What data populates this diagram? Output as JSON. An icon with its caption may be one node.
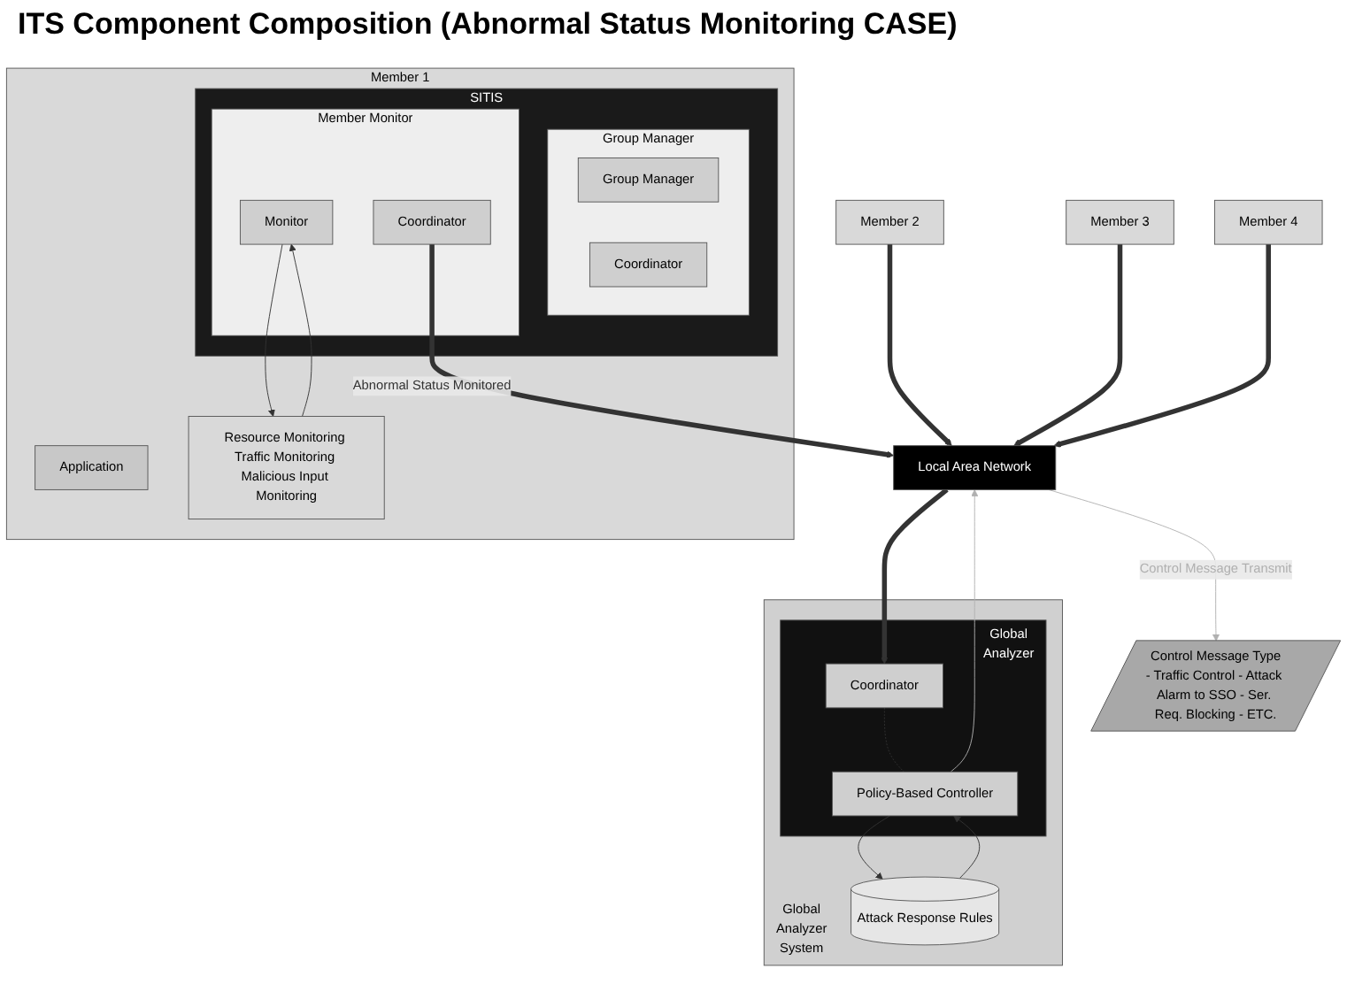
{
  "diagram": {
    "title": "ITS Component Composition (Abnormal Status Monitoring CASE)",
    "nodes": [
      {
        "text": [
          "Member 1"
        ]
      },
      {
        "text": [
          "Application"
        ],
        "in": 0
      },
      {
        "text": [
          "SITIS"
        ],
        "in": 0
      },
      {
        "text": [
          "Group Manager"
        ],
        "in": 2
      },
      {
        "text": [
          "Group Manager"
        ],
        "in": 3
      },
      {
        "text": [
          "Coordinator"
        ],
        "in": 3
      },
      {
        "text": [
          "Member Monitor"
        ],
        "in": 2
      },
      {
        "text": [
          "Monitor"
        ],
        "in": 6
      },
      {
        "text": [
          "Coordinator"
        ],
        "in": 6
      },
      {
        "text": [
          "Resource Monitoring Traffic Monitoring Malicious Input Monitoring"
        ],
        "in": 0
      },
      {
        "text": [
          "Member 2"
        ]
      },
      {
        "text": [
          "Member 3"
        ]
      },
      {
        "text": [
          "Member 4"
        ]
      },
      {
        "text": [
          "Local Area Network"
        ]
      },
      {
        "text": [
          "Global Analyzer System"
        ]
      },
      {
        "text": [
          "Attack Response Rules"
        ],
        "in": 14
      },
      {
        "text": [
          "Global Analyzer"
        ],
        "in": 14
      },
      {
        "text": [
          "Coordinator"
        ],
        "in": 16
      },
      {
        "text": [
          "Policy-Based Controller"
        ],
        "in": 16
      },
      {
        "text": [
          "Control Message Type",
          "- Traffic Control - Attack Alarm to SSO - Ser. Req. Blocking - ETC."
        ]
      }
    ],
    "edges": [
      {
        "from": 7,
        "to": 9,
        "arrow": "to"
      },
      {
        "from": 9,
        "to": 7,
        "arrow": "to"
      },
      {
        "from": 8,
        "to": 13,
        "arrow": "to",
        "label": "Abnormal Status Monitored",
        "style": "thick"
      },
      {
        "from": 10,
        "to": 13,
        "arrow": "to",
        "style": "thick"
      },
      {
        "from": 11,
        "to": 13,
        "arrow": "to",
        "style": "thick"
      },
      {
        "from": 12,
        "to": 13,
        "arrow": "to",
        "style": "thick"
      },
      {
        "from": 13,
        "to": 17,
        "arrow": "to",
        "style": "thick"
      },
      {
        "from": 17,
        "to": 18,
        "arrow": "none",
        "style": "dashed"
      },
      {
        "from": 18,
        "to": 13,
        "arrow": "to",
        "color": "#b0b0b0"
      },
      {
        "from": 13,
        "to": 19,
        "arrow": "to",
        "label": "Control Message Transmit",
        "color": "#b0b0b0"
      },
      {
        "from": 15,
        "to": 18,
        "arrow": "to"
      },
      {
        "from": 18,
        "to": 15,
        "arrow": "to"
      }
    ]
  }
}
